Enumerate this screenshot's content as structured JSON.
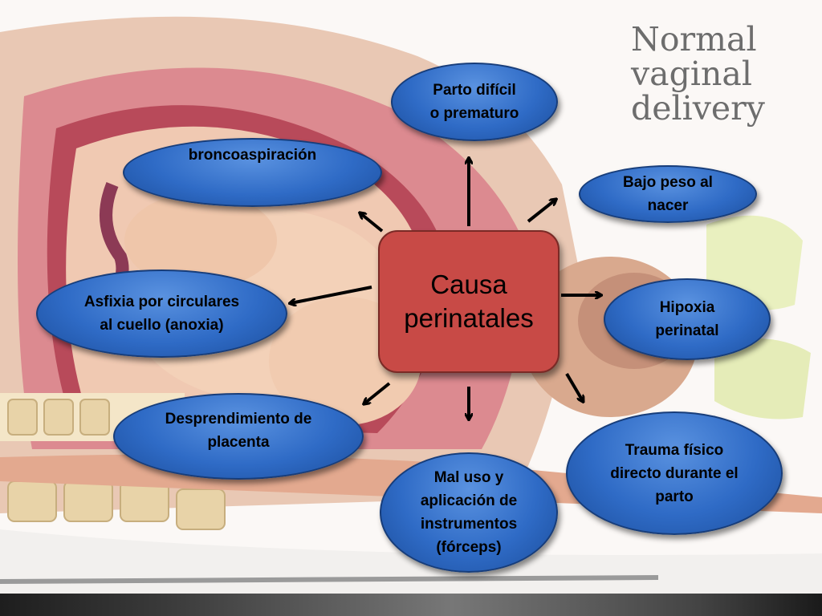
{
  "corner_title": {
    "line1": "Normal",
    "line2": "vaginal",
    "line3": "delivery"
  },
  "center": {
    "text": "Causa perinatales"
  },
  "nodes": {
    "parto_dificil": "Parto difícil o prematuro",
    "bajo_peso": "Bajo peso al nacer",
    "bronco": "broncoaspiración",
    "asfixia": "Asfixia por circulares al cuello (anoxia)",
    "hipoxia": "Hipoxia perinatal",
    "desprendimiento": "Desprendimiento de placenta",
    "mal_uso": "Mal uso y aplicación de instrumentos (fórceps)",
    "trauma": "Trauma físico directo durante el parto"
  },
  "colors": {
    "node_fill": "#2f6bc6",
    "center_fill": "#c84a46",
    "arrow": "#000000"
  }
}
